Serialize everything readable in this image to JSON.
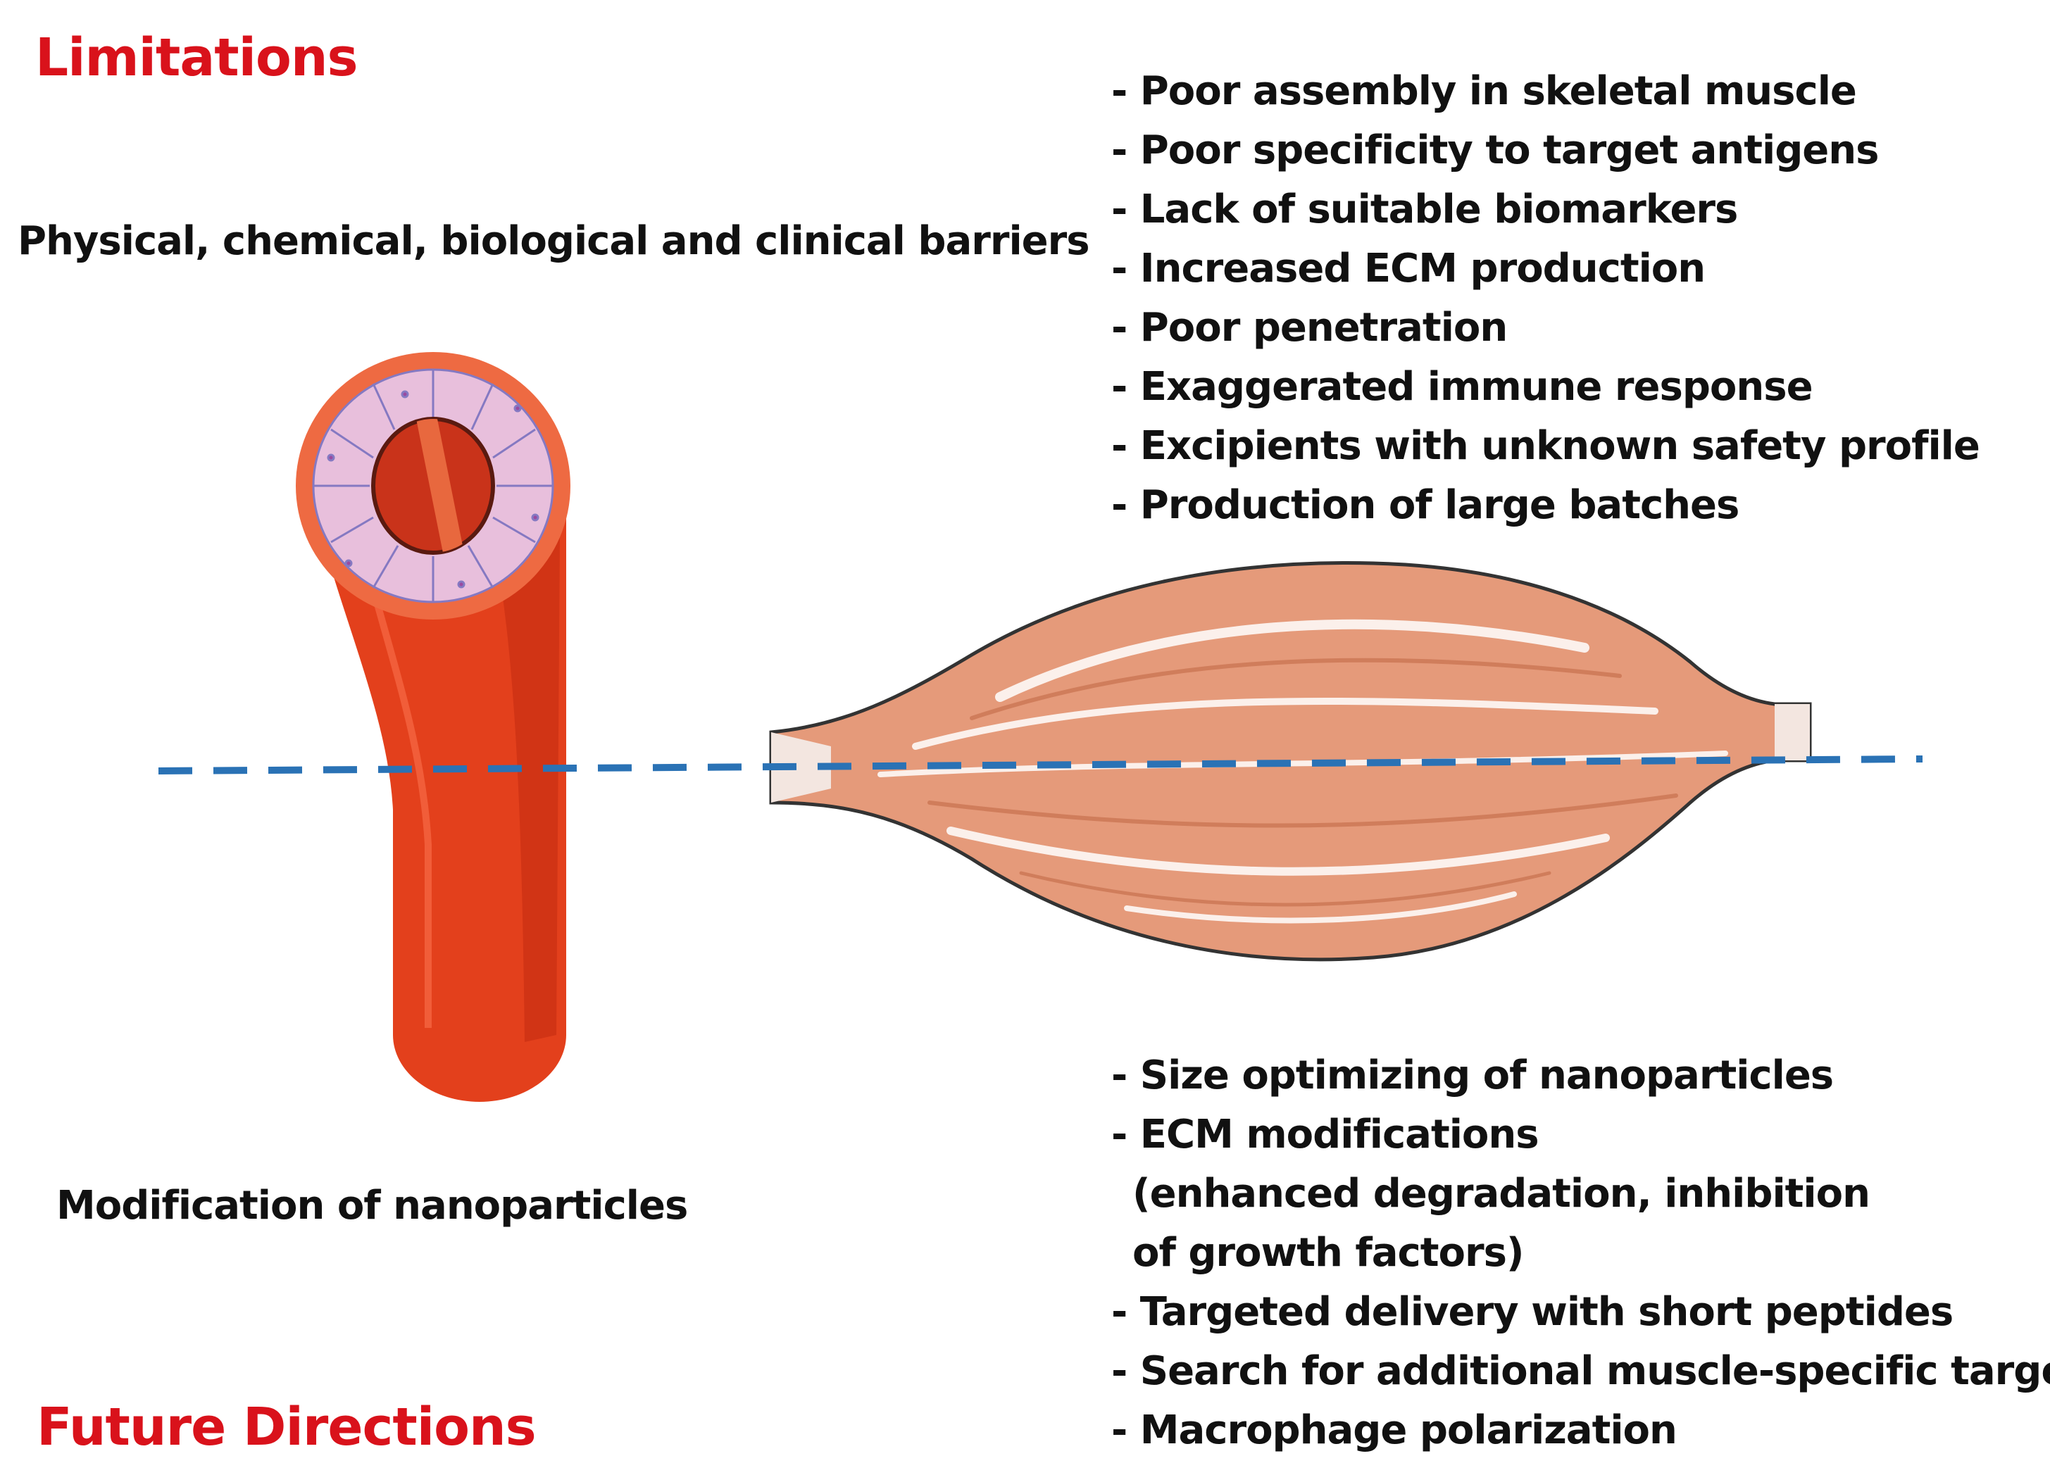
{
  "colors": {
    "heading": "#d9121b",
    "text": "#111111",
    "vessel": "#e3401c",
    "vessel_dark": "#c22a10",
    "vessel_wall": "#ee6a42",
    "endothelium": "#e8bfdc",
    "cell_outline": "#8579c2",
    "muscle": "#e59a7a",
    "muscle_outline": "#333333",
    "dashed_line": "#2a72b5"
  },
  "limitations": {
    "heading": "Limitations",
    "barriers_label": "Physical, chemical, biological and clinical barriers",
    "items": [
      "- Poor assembly in skeletal muscle",
      "- Poor specificity to target antigens",
      "- Lack of suitable biomarkers",
      "- Increased ECM production",
      "- Poor penetration",
      "- Exaggerated immune response",
      "- Excipients with unknown safety profile",
      "- Production of large batches"
    ]
  },
  "future_directions": {
    "heading": "Future Directions",
    "modification_label": "Modification of nanoparticles",
    "items": [
      "- Size optimizing of nanoparticles",
      "- ECM modifications",
      "(enhanced degradation, inhibition",
      "of growth factors)",
      "- Targeted delivery with short peptides",
      "- Search for additional muscle-specific targets",
      "- Macrophage polarization"
    ]
  }
}
